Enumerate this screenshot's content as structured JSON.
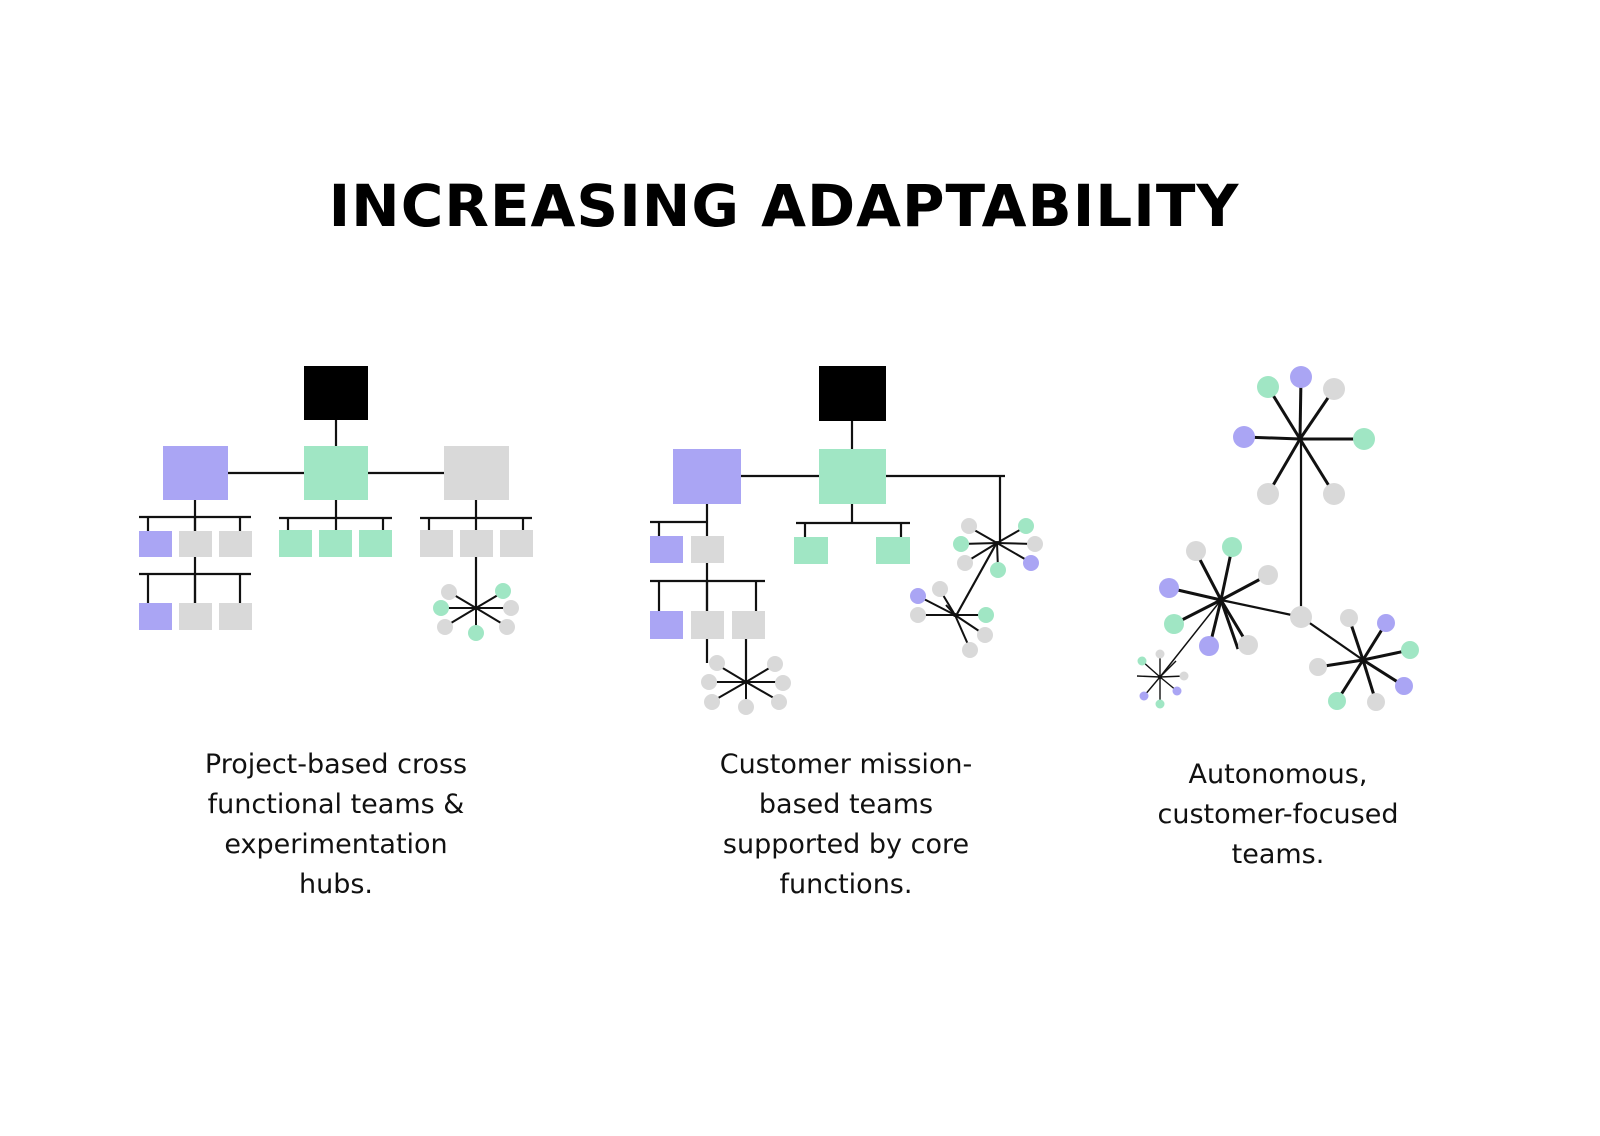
{
  "title": "INCREASING ADAPTABILITY",
  "colors": {
    "black": "#000000",
    "purple": "#aaa5f4",
    "green": "#a0e6c4",
    "gray": "#d9d9d9",
    "line": "#111111",
    "background": "#ffffff"
  },
  "panels": [
    {
      "caption": "Project-based cross\nfunctional teams &\nexperimentation\nhubs."
    },
    {
      "caption": "Customer  mission-\nbased teams\nsupported by core\nfunctions."
    },
    {
      "caption": "Autonomous,\ncustomer-focused\nteams."
    }
  ]
}
